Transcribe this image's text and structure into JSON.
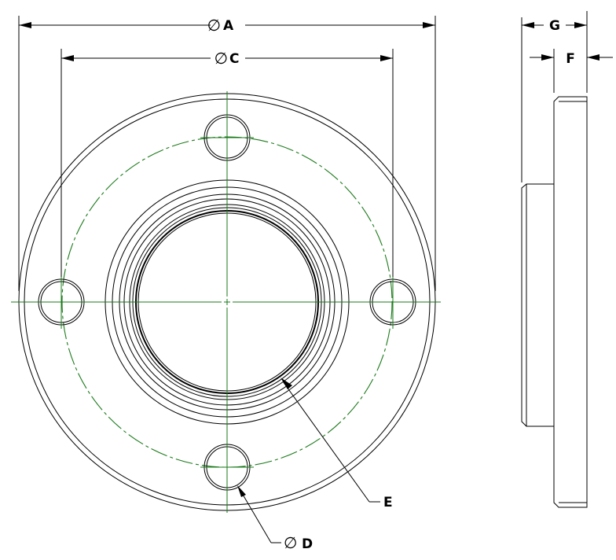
{
  "colors": {
    "outline": "#000000",
    "centerline": "#1a7a1a",
    "background": "#ffffff"
  },
  "diameter_symbol": "∅",
  "labels": {
    "A": "A",
    "C": "C",
    "D": "D",
    "E": "E",
    "F": "F",
    "G": "G"
  }
}
